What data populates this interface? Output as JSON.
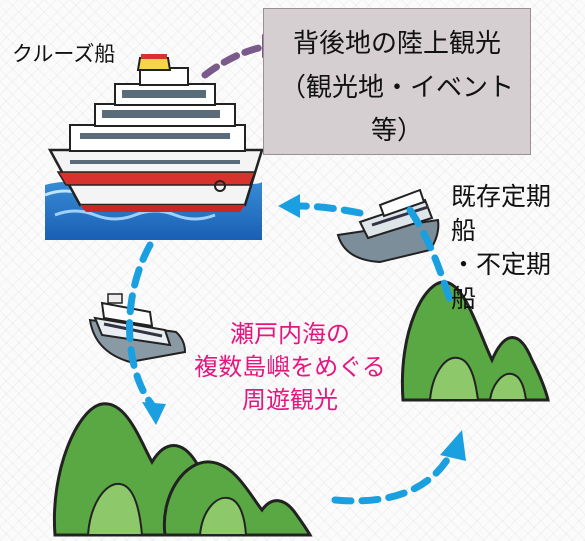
{
  "labels": {
    "cruise_ship": "クルーズ船",
    "land_tour_box": {
      "line1": "背後地の陸上観光",
      "line2": "（観光地・イベント",
      "line3": "等）"
    },
    "regular_ships": {
      "line1": "既存定期",
      "line2": "船",
      "line3": "・不定期船"
    },
    "center": {
      "line1": "瀬戸内海の",
      "line2": "複数島嶼をめぐる",
      "line3": "周遊観光"
    }
  },
  "colors": {
    "arrow_blue": "#1aa0e0",
    "arrow_purple": "#7a5a8a",
    "center_text": "#e5177f",
    "box_fill": "#d6cfd2",
    "island_green": "#5aa843",
    "island_dark": "#2f6b24"
  }
}
